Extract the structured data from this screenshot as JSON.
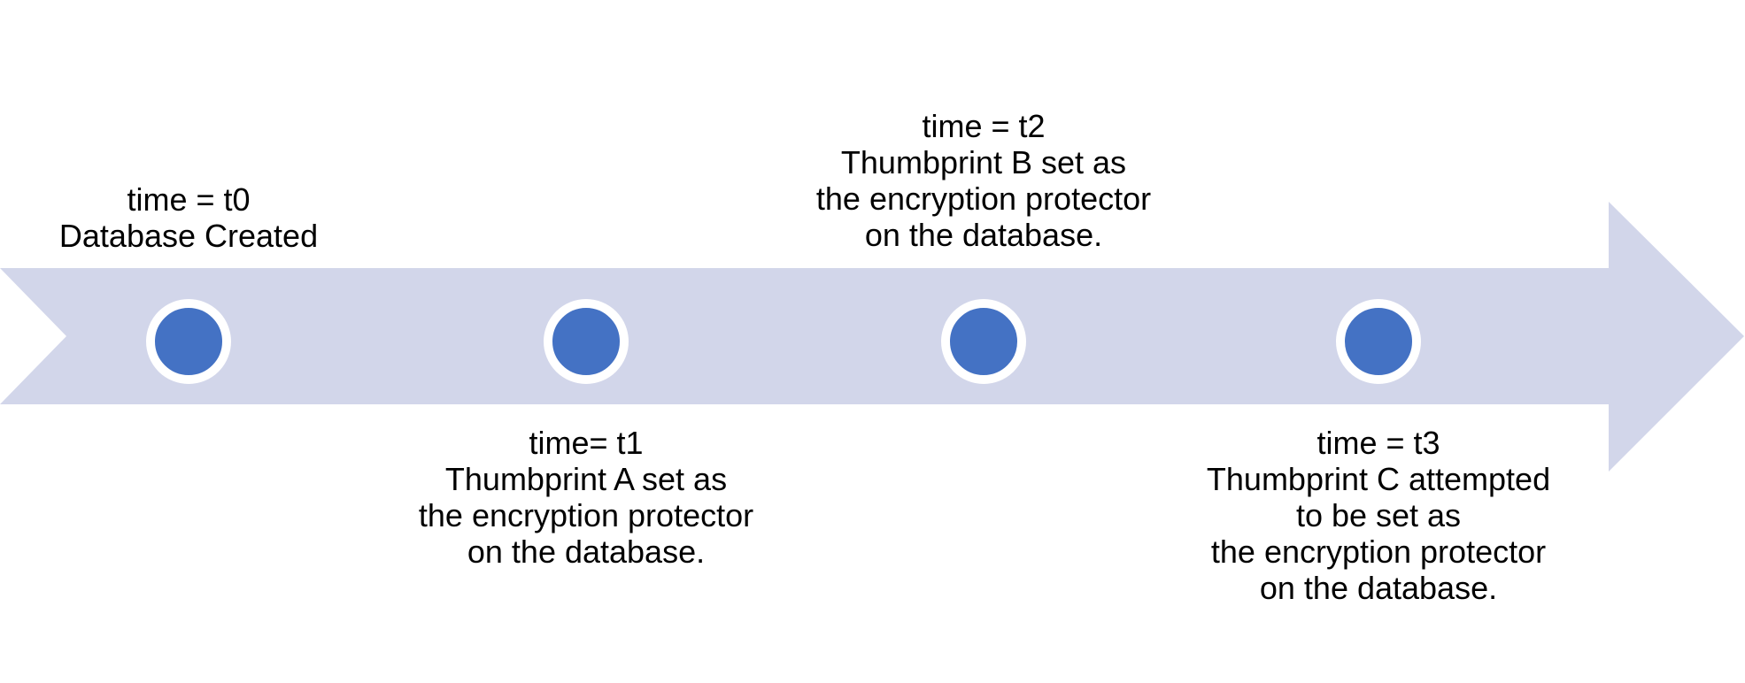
{
  "diagram": {
    "type": "timeline",
    "description": "Horizontal timeline arrow with four event markers describing database encryption protector changes",
    "colors": {
      "background": "#FFFFFF",
      "arrow_fill": "#D2D6EA",
      "marker_fill": "#4472C4",
      "marker_ring": "#FFFFFF",
      "text": "#000000"
    },
    "events": [
      {
        "id": "t0",
        "label_position": "above",
        "lines": [
          "time = t0",
          "Database Created"
        ]
      },
      {
        "id": "t1",
        "label_position": "below",
        "lines": [
          "time= t1",
          "Thumbprint A set as",
          "the encryption protector",
          "on the database."
        ]
      },
      {
        "id": "t2",
        "label_position": "above",
        "lines": [
          "time = t2",
          "Thumbprint B set as",
          "the encryption protector",
          "on the database."
        ]
      },
      {
        "id": "t3",
        "label_position": "below",
        "lines": [
          "time = t3",
          "Thumbprint C attempted",
          "to be set as",
          "the encryption protector",
          "on the database."
        ]
      }
    ]
  }
}
